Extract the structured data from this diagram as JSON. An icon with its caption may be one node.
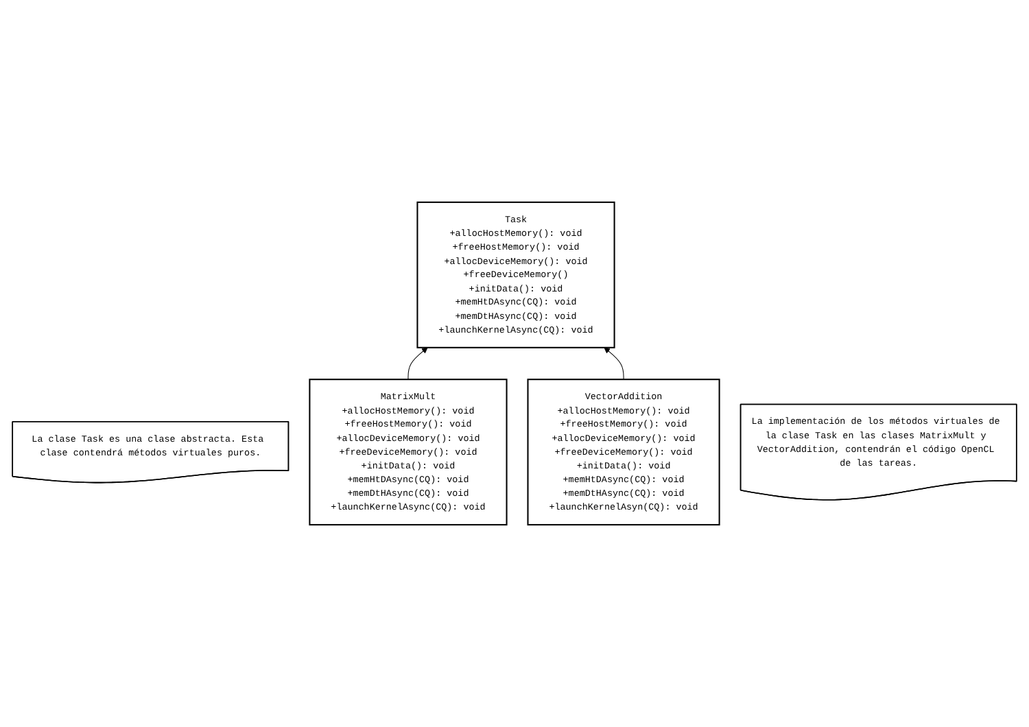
{
  "diagram": {
    "nodes": [
      {
        "text": [
          "Task",
          "+allocHostMemory(): void",
          "+freeHostMemory(): void",
          "+allocDeviceMemory(): void",
          "+freeDeviceMemory()",
          "+initData(): void",
          "+memHtDAsync(CQ): void",
          "+memDtHAsync(CQ): void",
          "+launchKernelAsync(CQ): void"
        ]
      },
      {
        "text": [
          "La clase Task es una clase abstracta. Esta clase contendrá métodos virtuales puros."
        ]
      },
      {
        "text": [
          "MatrixMult",
          "+allocHostMemory(): void",
          "+freeHostMemory(): void",
          "+allocDeviceMemory(): void",
          "+freeDeviceMemory(): void",
          "+initData(): void",
          "+memHtDAsync(CQ): void",
          "+memDtHAsync(CQ): void",
          "+launchKernelAsync(CQ): void"
        ]
      },
      {
        "text": [
          "VectorAddition",
          "+allocHostMemory(): void",
          "+freeHostMemory(): void",
          "+allocDeviceMemory(): void",
          "+freeDeviceMemory(): void",
          "+initData(): void",
          "+memHtDAsync(CQ): void",
          "+memDtHAsync(CQ): void",
          "+launchKernelAsyn(CQ): void"
        ]
      },
      {
        "text": [
          "La implementación de los métodos virtuales de la clase Task en las clases MatrixMult y VectorAddition, contendrán el código OpenCL de las tareas."
        ]
      }
    ],
    "edges": [
      {
        "from": 2,
        "to": 0,
        "arrow": "to"
      },
      {
        "from": 3,
        "to": 0,
        "arrow": "to"
      }
    ]
  }
}
